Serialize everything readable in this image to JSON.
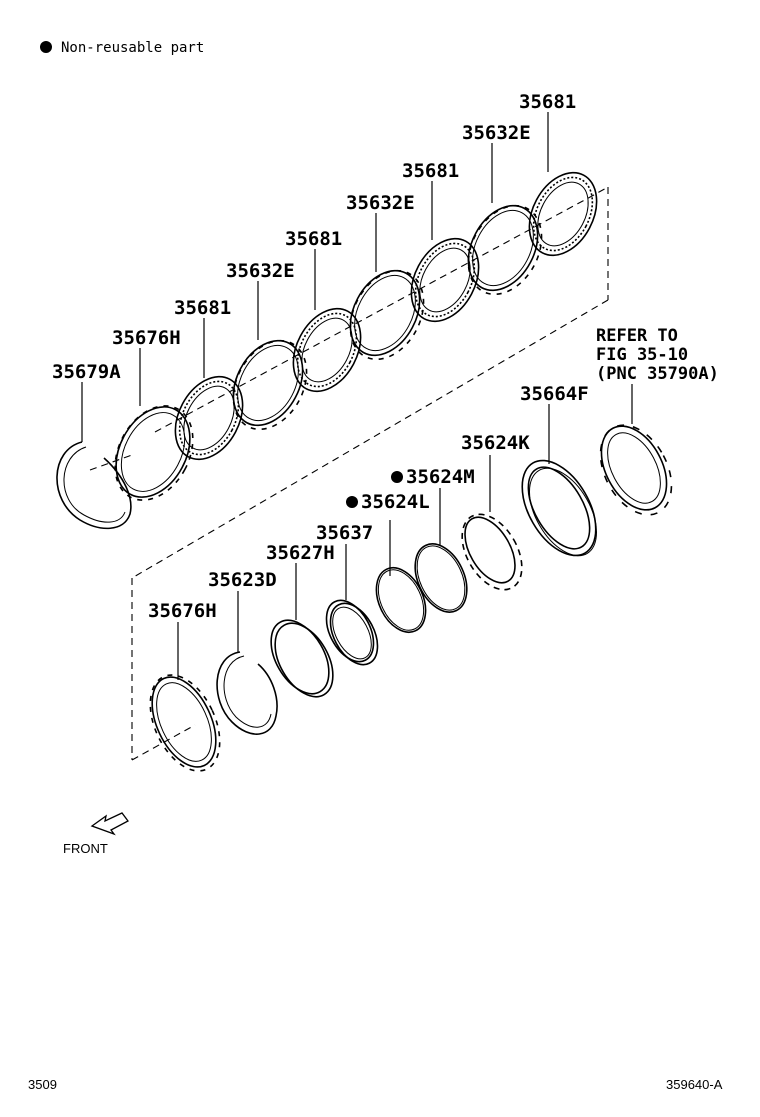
{
  "legend": {
    "text": "Non-reusable part",
    "marker": "filled-circle"
  },
  "labels": [
    {
      "id": "35681-a",
      "text": "35681",
      "bullet": false
    },
    {
      "id": "35632E-a",
      "text": "35632E",
      "bullet": false
    },
    {
      "id": "35681-b",
      "text": "35681",
      "bullet": false
    },
    {
      "id": "35632E-b",
      "text": "35632E",
      "bullet": false
    },
    {
      "id": "35681-c",
      "text": "35681",
      "bullet": false
    },
    {
      "id": "35632E-c",
      "text": "35632E",
      "bullet": false
    },
    {
      "id": "35681-d",
      "text": "35681",
      "bullet": false
    },
    {
      "id": "35676H-a",
      "text": "35676H",
      "bullet": false
    },
    {
      "id": "35679A",
      "text": "35679A",
      "bullet": false
    },
    {
      "id": "35664F",
      "text": "35664F",
      "bullet": false
    },
    {
      "id": "35624K",
      "text": "35624K",
      "bullet": false
    },
    {
      "id": "35624M",
      "text": "35624M",
      "bullet": true
    },
    {
      "id": "35624L",
      "text": "35624L",
      "bullet": true
    },
    {
      "id": "35637",
      "text": "35637",
      "bullet": false
    },
    {
      "id": "35627H",
      "text": "35627H",
      "bullet": false
    },
    {
      "id": "35623D",
      "text": "35623D",
      "bullet": false
    },
    {
      "id": "35676H-b",
      "text": "35676H",
      "bullet": false
    }
  ],
  "refer_note": [
    "REFER TO",
    "FIG 35-10",
    "(PNC 35790A)"
  ],
  "front_label": "FRONT",
  "footer": {
    "left": "3509",
    "right": "359640-A"
  }
}
